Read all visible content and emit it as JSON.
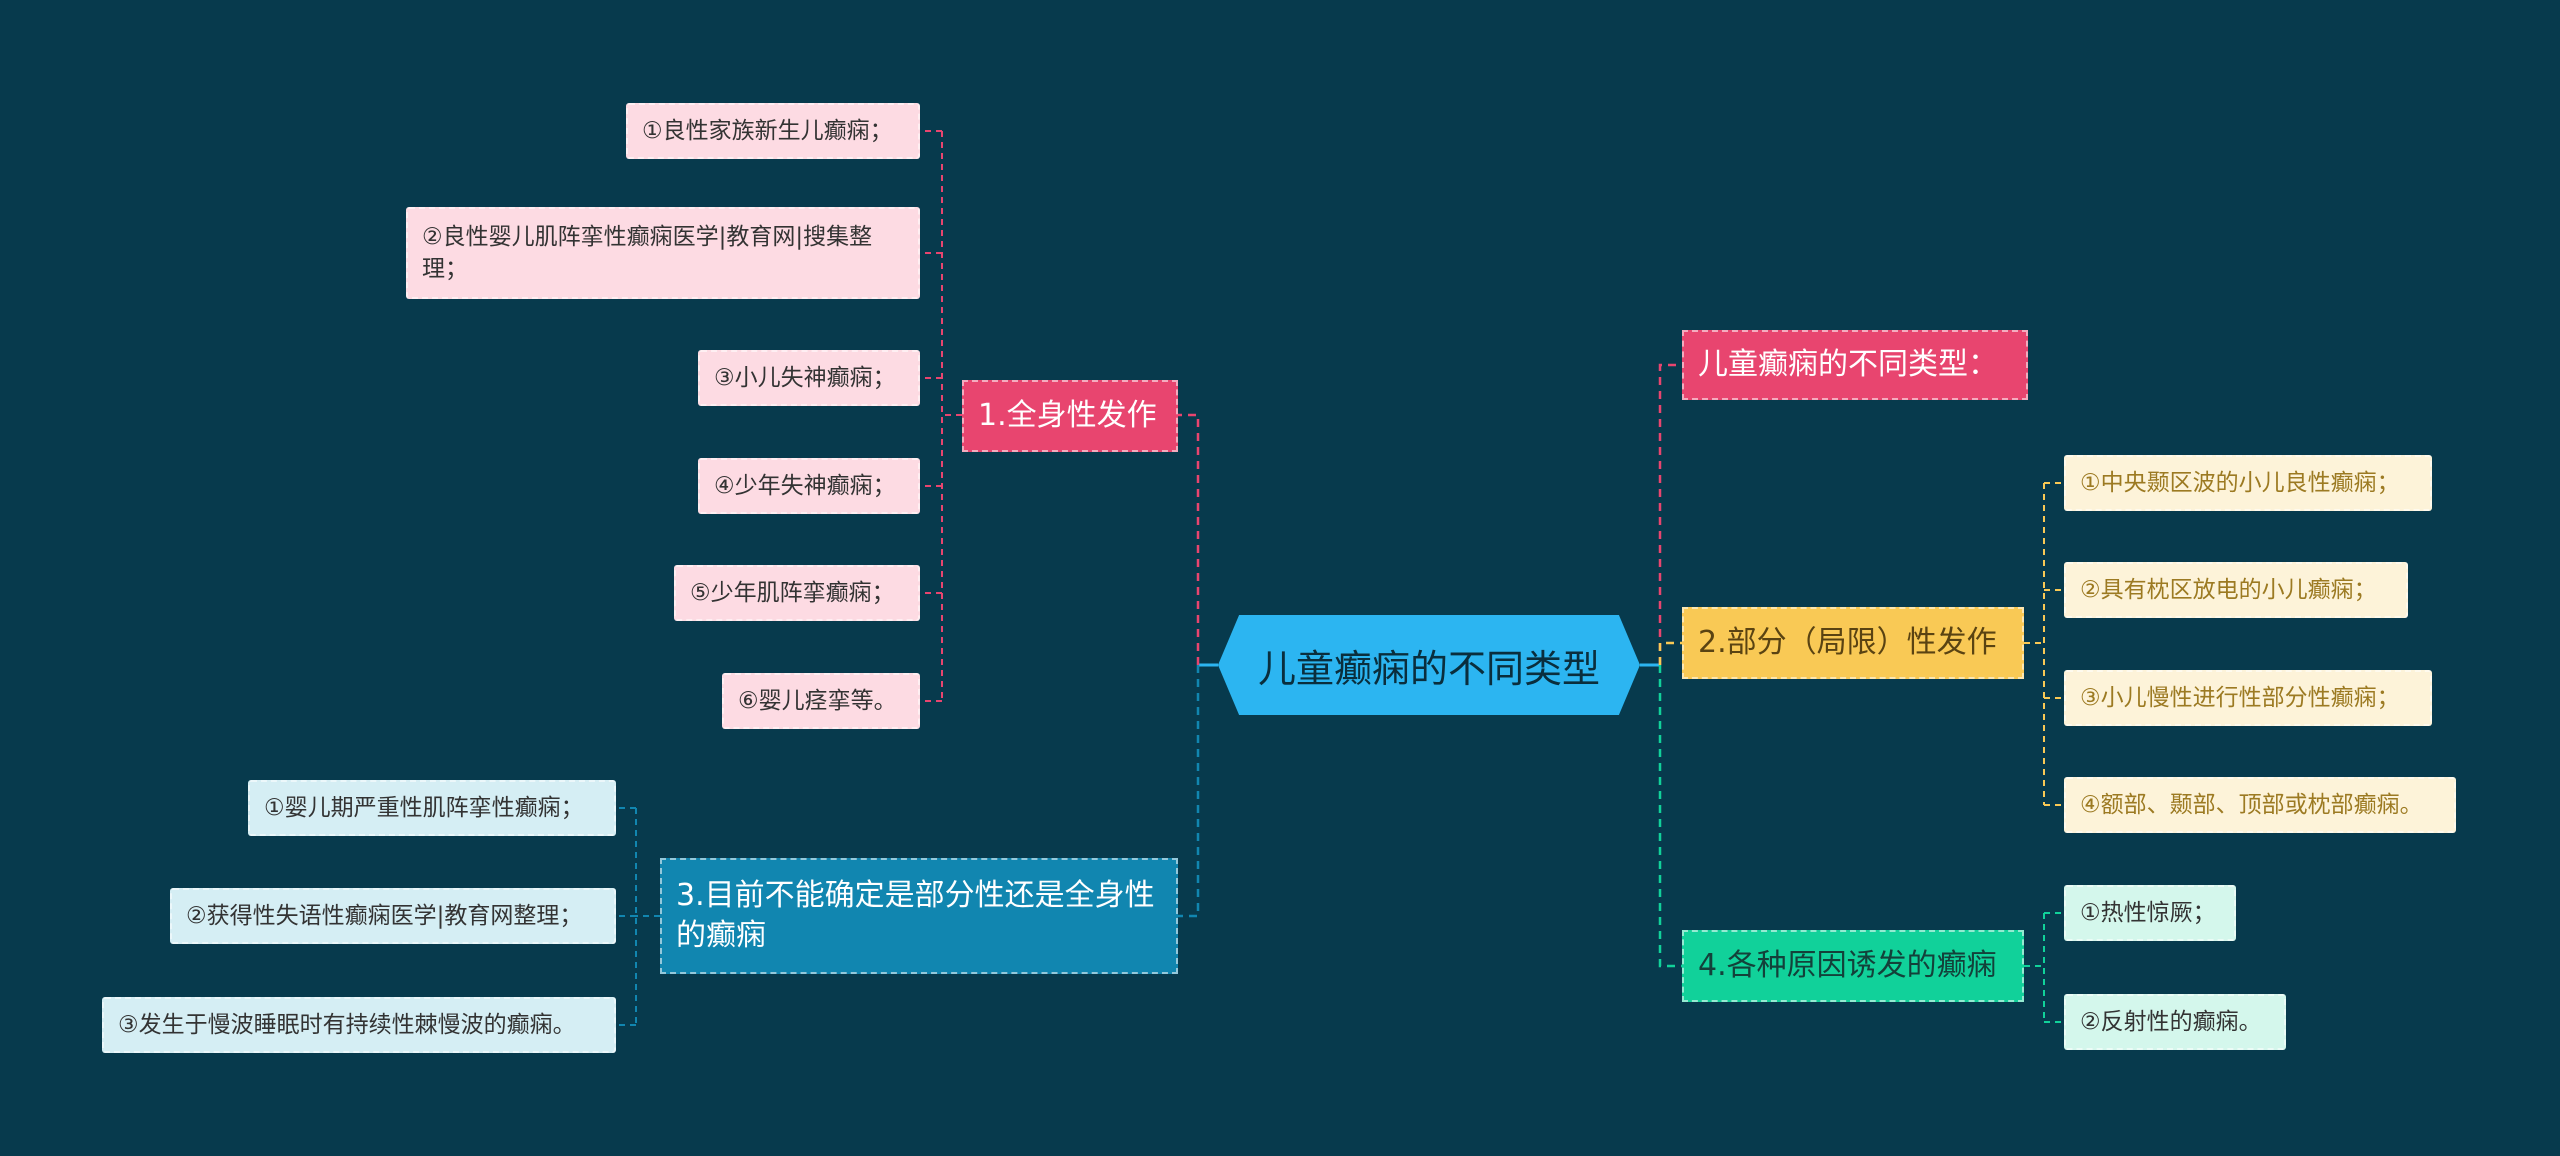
{
  "root": {
    "label": "儿童癫痫的不同类型"
  },
  "branches": {
    "b0": {
      "label": "儿童癫痫的不同类型："
    },
    "b1": {
      "label": "1.全身性发作",
      "children": [
        "①良性家族新生儿癫痫；",
        "②良性婴儿肌阵挛性癫痫医学|教育网|搜集整理；",
        "③小儿失神癫痫；",
        "④少年失神癫痫；",
        "⑤少年肌阵挛癫痫；",
        "⑥婴儿痉挛等。"
      ]
    },
    "b2": {
      "label": "2.部分（局限）性发作",
      "children": [
        "①中央颞区波的小儿良性癫痫；",
        "②具有枕区放电的小儿癫痫；",
        "③小儿慢性进行性部分性癫痫；",
        "④额部、颞部、顶部或枕部癫痫。"
      ]
    },
    "b3": {
      "label": "3.目前不能确定是部分性还是全身性的癫痫",
      "children": [
        "①婴儿期严重性肌阵挛性癫痫；",
        "②获得性失语性癫痫医学|教育网整理；",
        "③发生于慢波睡眠时有持续性棘慢波的癫痫。"
      ]
    },
    "b4": {
      "label": "4.各种原因诱发的癫痫",
      "children": [
        "①热性惊厥；",
        "②反射性的癫痫。"
      ]
    }
  },
  "colors": {
    "background": "#073a4d",
    "root": "#2cb5f1",
    "pink": "#e8456f",
    "yellow": "#f9c955",
    "blue": "#1186b0",
    "green": "#11d19a"
  }
}
